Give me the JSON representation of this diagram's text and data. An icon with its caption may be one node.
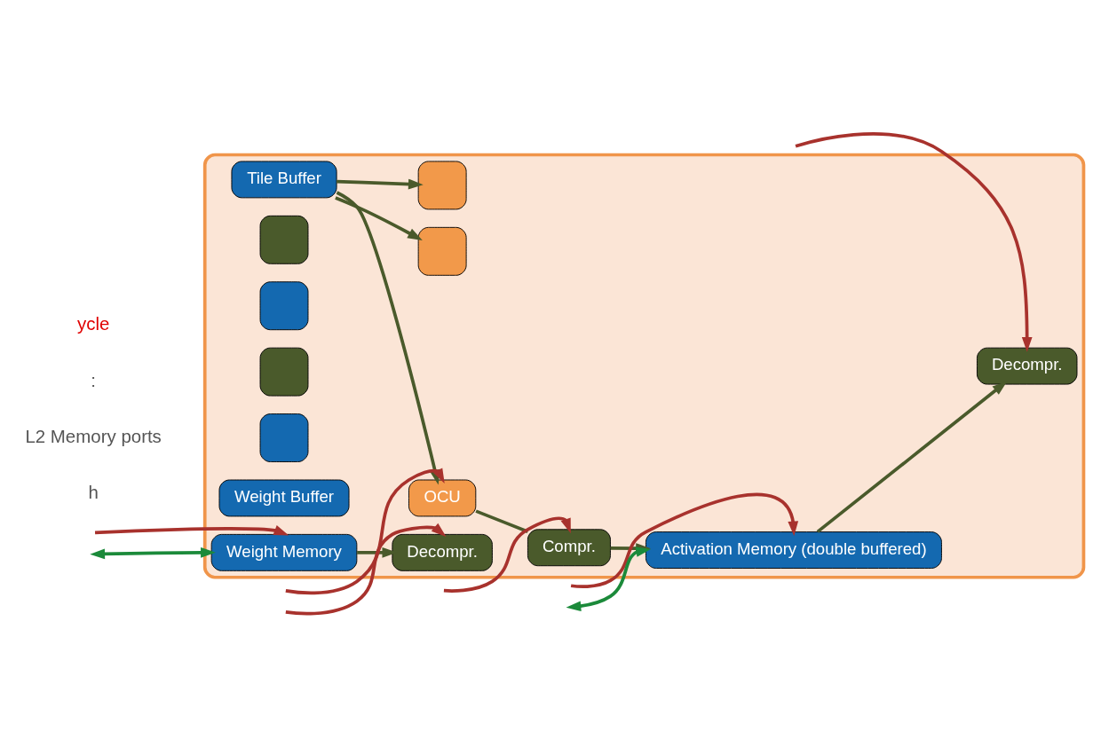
{
  "diagram": {
    "nodes": [
      {
        "text": [],
        "shape": "box"
      },
      {
        "text": [
          "Compr."
        ],
        "in": 0
      },
      {
        "text": [
          "Activation Memory (double buffered)"
        ],
        "in": 0
      },
      {
        "text": [
          "Decompr."
        ],
        "in": 0
      },
      {
        "text": [
          "Tile Buffer"
        ],
        "in": 0
      },
      {
        "text": [],
        "shape": "box",
        "in": 0
      },
      {
        "text": [],
        "shape": "box",
        "in": 0
      },
      {
        "text": [],
        "shape": "box",
        "in": 0
      },
      {
        "text": [],
        "shape": "box",
        "in": 0
      },
      {
        "text": [],
        "shape": "box",
        "in": 0
      },
      {
        "text": [],
        "shape": "box",
        "in": 0
      },
      {
        "text": [
          "Decompr."
        ],
        "in": 0
      },
      {
        "text": [
          "Weight Buffer"
        ],
        "in": 0
      },
      {
        "text": [
          "OCU"
        ],
        "in": 0
      },
      {
        "text": [
          "Weight Memory"
        ],
        "in": 0
      }
    ],
    "edges": [
      {
        "from": null,
        "to": 1,
        "arrow": "to",
        "color": "#a8322d"
      },
      {
        "from": null,
        "to": 3,
        "arrow": "to",
        "color": "#a8322d"
      },
      {
        "from": null,
        "to": 2,
        "arrow": "to",
        "color": "#a8322d"
      },
      {
        "from": null,
        "to": 11,
        "arrow": "to",
        "color": "#a8322d"
      },
      {
        "from": null,
        "to": 13,
        "arrow": "to",
        "color": "#a8322d"
      },
      {
        "from": null,
        "to": 14,
        "arrow": "to",
        "color": "#a8322d"
      },
      {
        "from": null,
        "to": 2,
        "arrow": "both",
        "color": "#1b8a3a"
      },
      {
        "from": null,
        "to": 14,
        "arrow": "both",
        "color": "#1b8a3a"
      },
      {
        "from": 1,
        "to": 2,
        "arrow": "to"
      },
      {
        "from": 2,
        "to": 3,
        "arrow": "to"
      },
      {
        "from": 4,
        "to": 13,
        "arrow": "to"
      },
      {
        "from": 4,
        "to": 10,
        "arrow": "to"
      },
      {
        "from": 4,
        "to": 7,
        "arrow": "to"
      },
      {
        "from": 14,
        "to": 11,
        "arrow": "to"
      },
      {
        "from": 13,
        "to": 1,
        "arrow": "none"
      }
    ],
    "labels": [
      "h",
      "L2 Memory ports",
      ":",
      "ycle"
    ]
  }
}
